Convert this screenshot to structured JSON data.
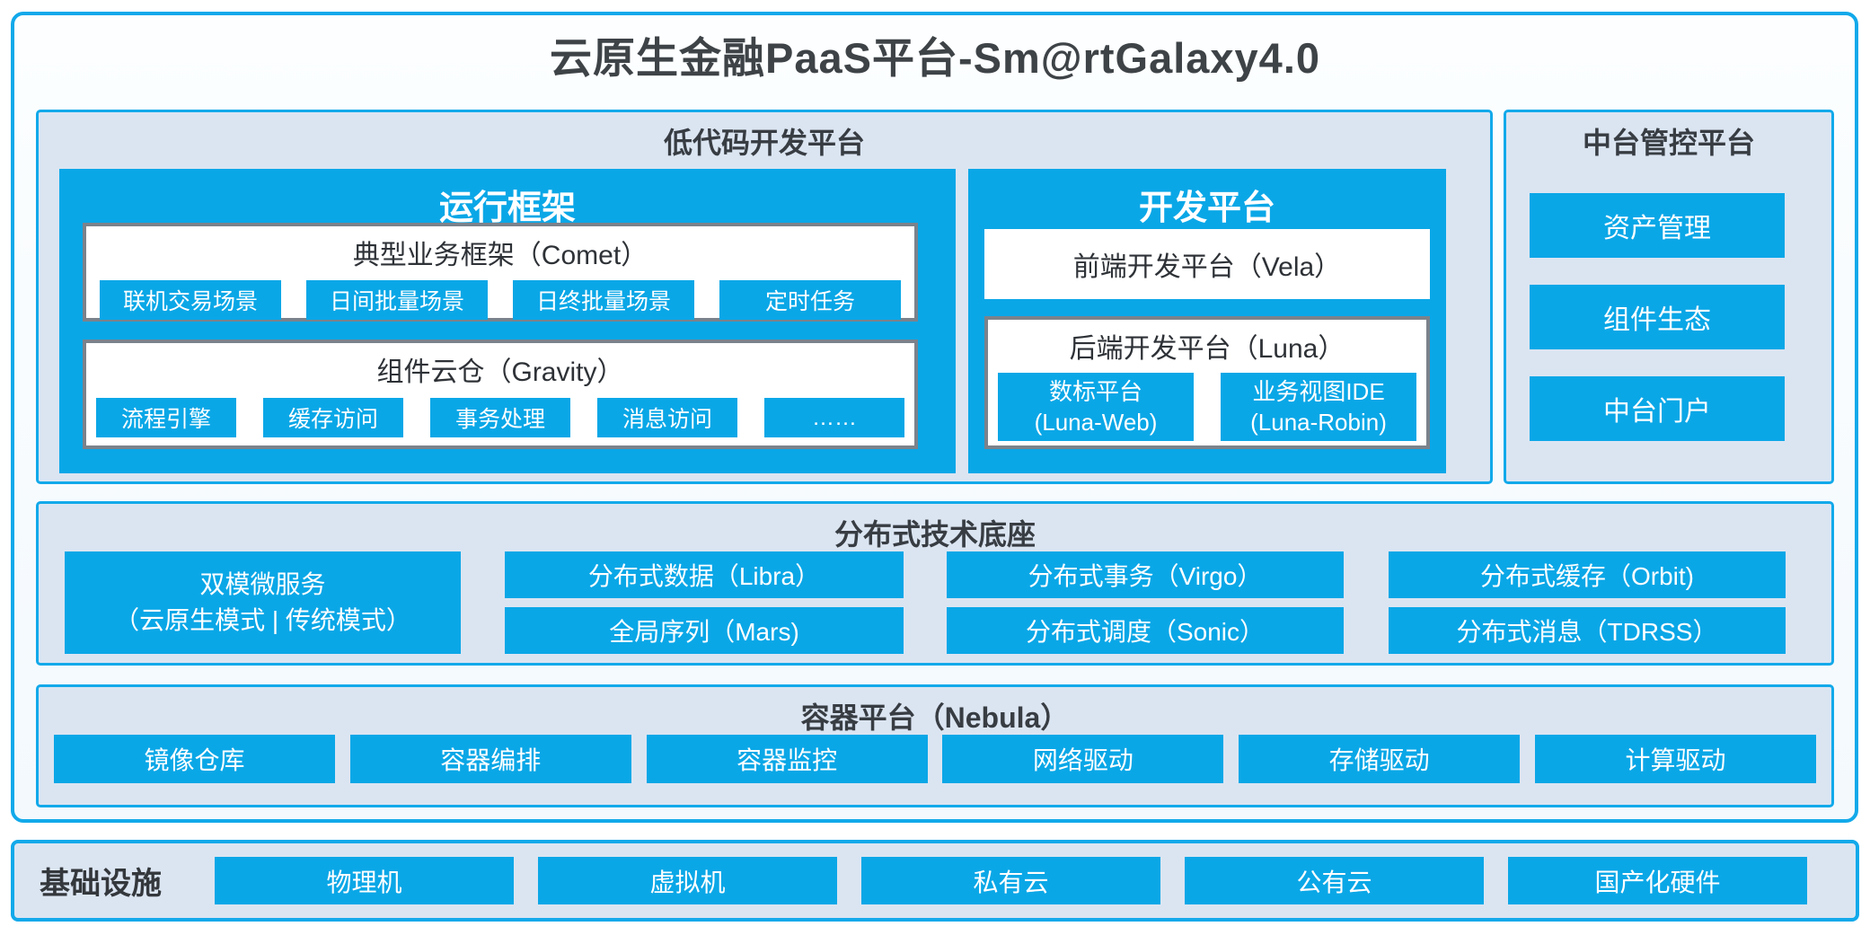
{
  "title": "云原生金融PaaS平台-Sm@rtGalaxy4.0",
  "colors": {
    "accent_blue": "#0aa7e7",
    "border_blue": "#12a9ea",
    "panel_fill": "#dbe5f2",
    "box_border_gray": "#7b828b",
    "dark_text": "#3e4347"
  },
  "low_code": {
    "title": "低代码开发平台",
    "runtime": {
      "title": "运行框架",
      "comet": {
        "title": "典型业务框架（Comet）",
        "items": [
          "联机交易场景",
          "日间批量场景",
          "日终批量场景",
          "定时任务"
        ]
      },
      "gravity": {
        "title": "组件云仓（Gravity）",
        "items": [
          "流程引擎",
          "缓存访问",
          "事务处理",
          "消息访问",
          "……"
        ]
      }
    },
    "dev": {
      "title": "开发平台",
      "vela_label": "前端开发平台（Vela）",
      "luna": {
        "title": "后端开发平台（Luna）",
        "items": [
          {
            "name": "数标平台",
            "code": "(Luna-Web)"
          },
          {
            "name": "业务视图IDE",
            "code": "(Luna-Robin)"
          }
        ]
      }
    }
  },
  "mid_platform": {
    "title": "中台管控平台",
    "items": [
      "资产管理",
      "组件生态",
      "中台门户"
    ]
  },
  "distributed": {
    "title": "分布式技术底座",
    "dual_mode": {
      "line1": "双模微服务",
      "line2": "（云原生模式 | 传统模式）"
    },
    "columns": [
      [
        "分布式数据（Libra）",
        "全局序列（Mars)"
      ],
      [
        "分布式事务（Virgo）",
        "分布式调度（Sonic）"
      ],
      [
        "分布式缓存（Orbit)",
        "分布式消息（TDRSS）"
      ]
    ]
  },
  "container": {
    "title": "容器平台（Nebula）",
    "items": [
      "镜像仓库",
      "容器编排",
      "容器监控",
      "网络驱动",
      "存储驱动",
      "计算驱动"
    ]
  },
  "infrastructure": {
    "title": "基础设施",
    "items": [
      "物理机",
      "虚拟机",
      "私有云",
      "公有云",
      "国产化硬件"
    ]
  }
}
